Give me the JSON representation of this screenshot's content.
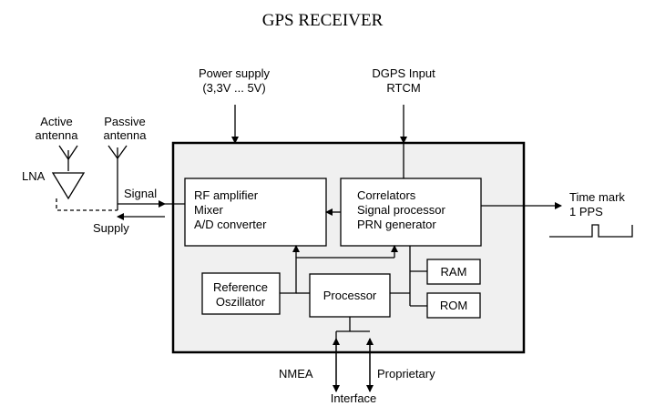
{
  "title": "GPS RECEIVER",
  "inputs": {
    "power_line1": "Power supply",
    "power_line2": "(3,3V ... 5V)",
    "dgps_line1": "DGPS Input",
    "dgps_line2": "RTCM"
  },
  "antennas": {
    "active_line1": "Active",
    "active_line2": "antenna",
    "passive_line1": "Passive",
    "passive_line2": "antenna",
    "lna": "LNA",
    "signal": "Signal",
    "supply": "Supply"
  },
  "blocks": {
    "rf_line1": "RF amplifier",
    "rf_line2": "Mixer",
    "rf_line3": "A/D converter",
    "corr_line1": "Correlators",
    "corr_line2": "Signal processor",
    "corr_line3": "PRN generator",
    "ram": "RAM",
    "rom": "ROM",
    "processor": "Processor",
    "ref_line1": "Reference",
    "ref_line2": "Oszillator"
  },
  "outputs": {
    "timemark_line1": "Time mark",
    "timemark_line2": "1 PPS",
    "nmea": "NMEA",
    "proprietary": "Proprietary",
    "interface": "Interface"
  }
}
